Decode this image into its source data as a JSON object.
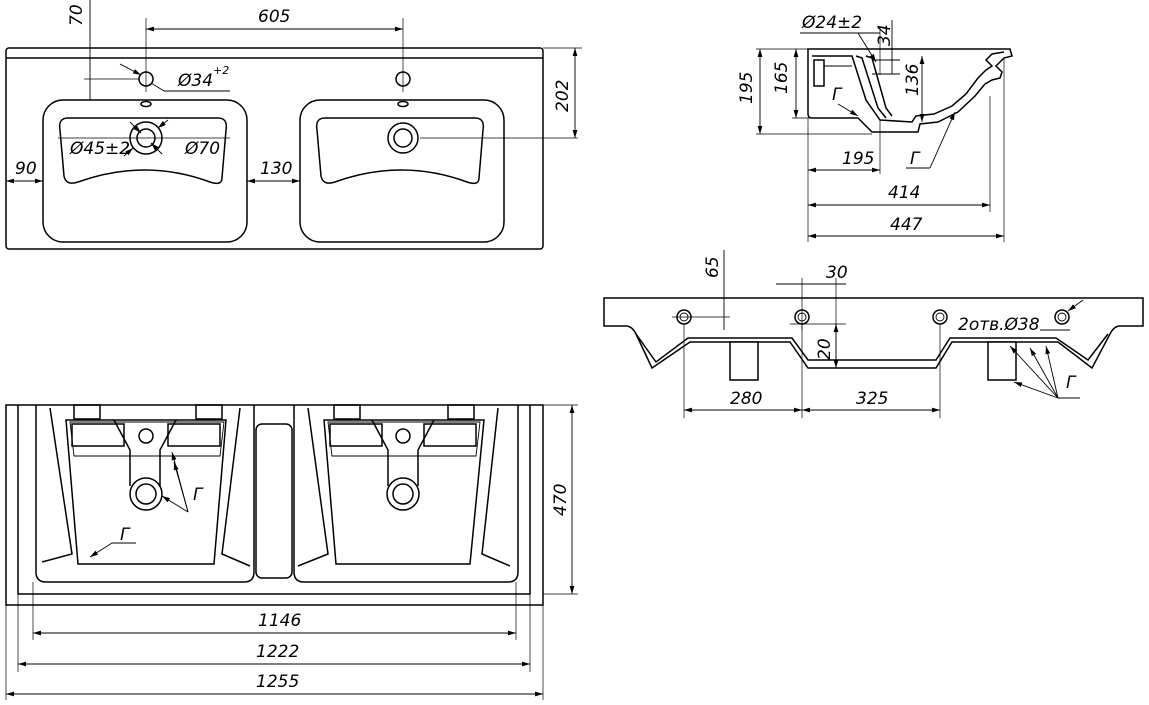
{
  "top_view": {
    "dims": {
      "d70": "70",
      "d605": "605",
      "d34_dia": "Ø34",
      "d34_tol": "+2",
      "d202": "202",
      "d45_dia": "Ø45±2",
      "d70_dia": "Ø70",
      "d90": "90",
      "d130": "130"
    }
  },
  "side_view": {
    "dims": {
      "d24_dia": "Ø24±2",
      "d34": "34",
      "d195_v": "195",
      "d165": "165",
      "d136": "136",
      "g1": "Г",
      "g2": "Г",
      "d195_h": "195",
      "d414": "414",
      "d447": "447"
    }
  },
  "front_view": {
    "dims": {
      "d65": "65",
      "d30": "30",
      "d20": "20",
      "holes": "2отв.Ø38",
      "g": "Г",
      "d280": "280",
      "d325": "325"
    }
  },
  "bottom_view": {
    "dims": {
      "g1": "Г",
      "g2": "Г",
      "d470": "470",
      "d1146": "1146",
      "d1222": "1222",
      "d1255": "1255"
    }
  }
}
